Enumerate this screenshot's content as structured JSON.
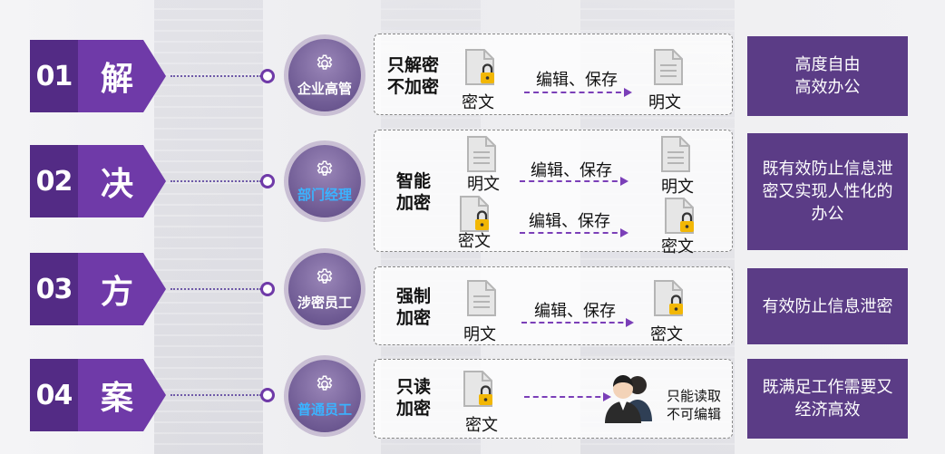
{
  "rows": [
    {
      "num": "01",
      "char": "解",
      "role": "企业高管",
      "mode": [
        "只解密",
        "不加密"
      ],
      "labels": [
        "密文",
        "编辑、保存",
        "明文"
      ],
      "result": "高度自由\n高效办公"
    },
    {
      "num": "02",
      "char": "决",
      "role": "部门经理",
      "mode": [
        "智能",
        "加密"
      ],
      "labels": [
        "明文",
        "编辑、保存",
        "明文",
        "密文",
        "编辑、保存",
        "密文"
      ],
      "result": "既有效防止信息泄密又实现人性化的办公"
    },
    {
      "num": "03",
      "char": "方",
      "role": "涉密员工",
      "mode": [
        "强制",
        "加密"
      ],
      "labels": [
        "明文",
        "编辑、保存",
        "密文"
      ],
      "result": "有效防止信息泄密"
    },
    {
      "num": "04",
      "char": "案",
      "role": "普通员工",
      "mode": [
        "只读",
        "加密"
      ],
      "labels": [
        "密文",
        "只能读取",
        "不可编辑"
      ],
      "result": "既满足工作需要又经济高效"
    }
  ],
  "colors": {
    "accent": "#6f3aa8",
    "accent_dark": "#532b85",
    "result_bg": "#5b3c86",
    "lock": "#f2b705",
    "role_blue": "#3bb3ff"
  }
}
